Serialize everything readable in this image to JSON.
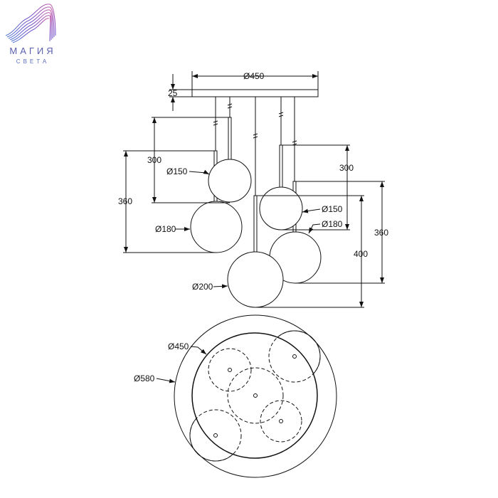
{
  "logo": {
    "line1": "МАГИЯ",
    "line2": "СВЕТА",
    "colors": [
      "#7b4fc9",
      "#c35aa8",
      "#4a6fd0"
    ]
  },
  "side_view": {
    "canopy_diameter": "Ø450",
    "canopy_height": "25",
    "globes": [
      {
        "label": "Ø150",
        "position": "left-back"
      },
      {
        "label": "Ø180",
        "position": "left-front"
      },
      {
        "label": "Ø200",
        "position": "center"
      },
      {
        "label": "Ø150",
        "position": "right-back"
      },
      {
        "label": "Ø180",
        "position": "right-front"
      }
    ],
    "heights": {
      "left_short": "300",
      "left_long": "360",
      "right_short": "300",
      "right_long": "360",
      "center": "400"
    }
  },
  "top_view": {
    "inner_diameter": "Ø450",
    "outer_diameter": "Ø580"
  },
  "line_color": "#111111"
}
